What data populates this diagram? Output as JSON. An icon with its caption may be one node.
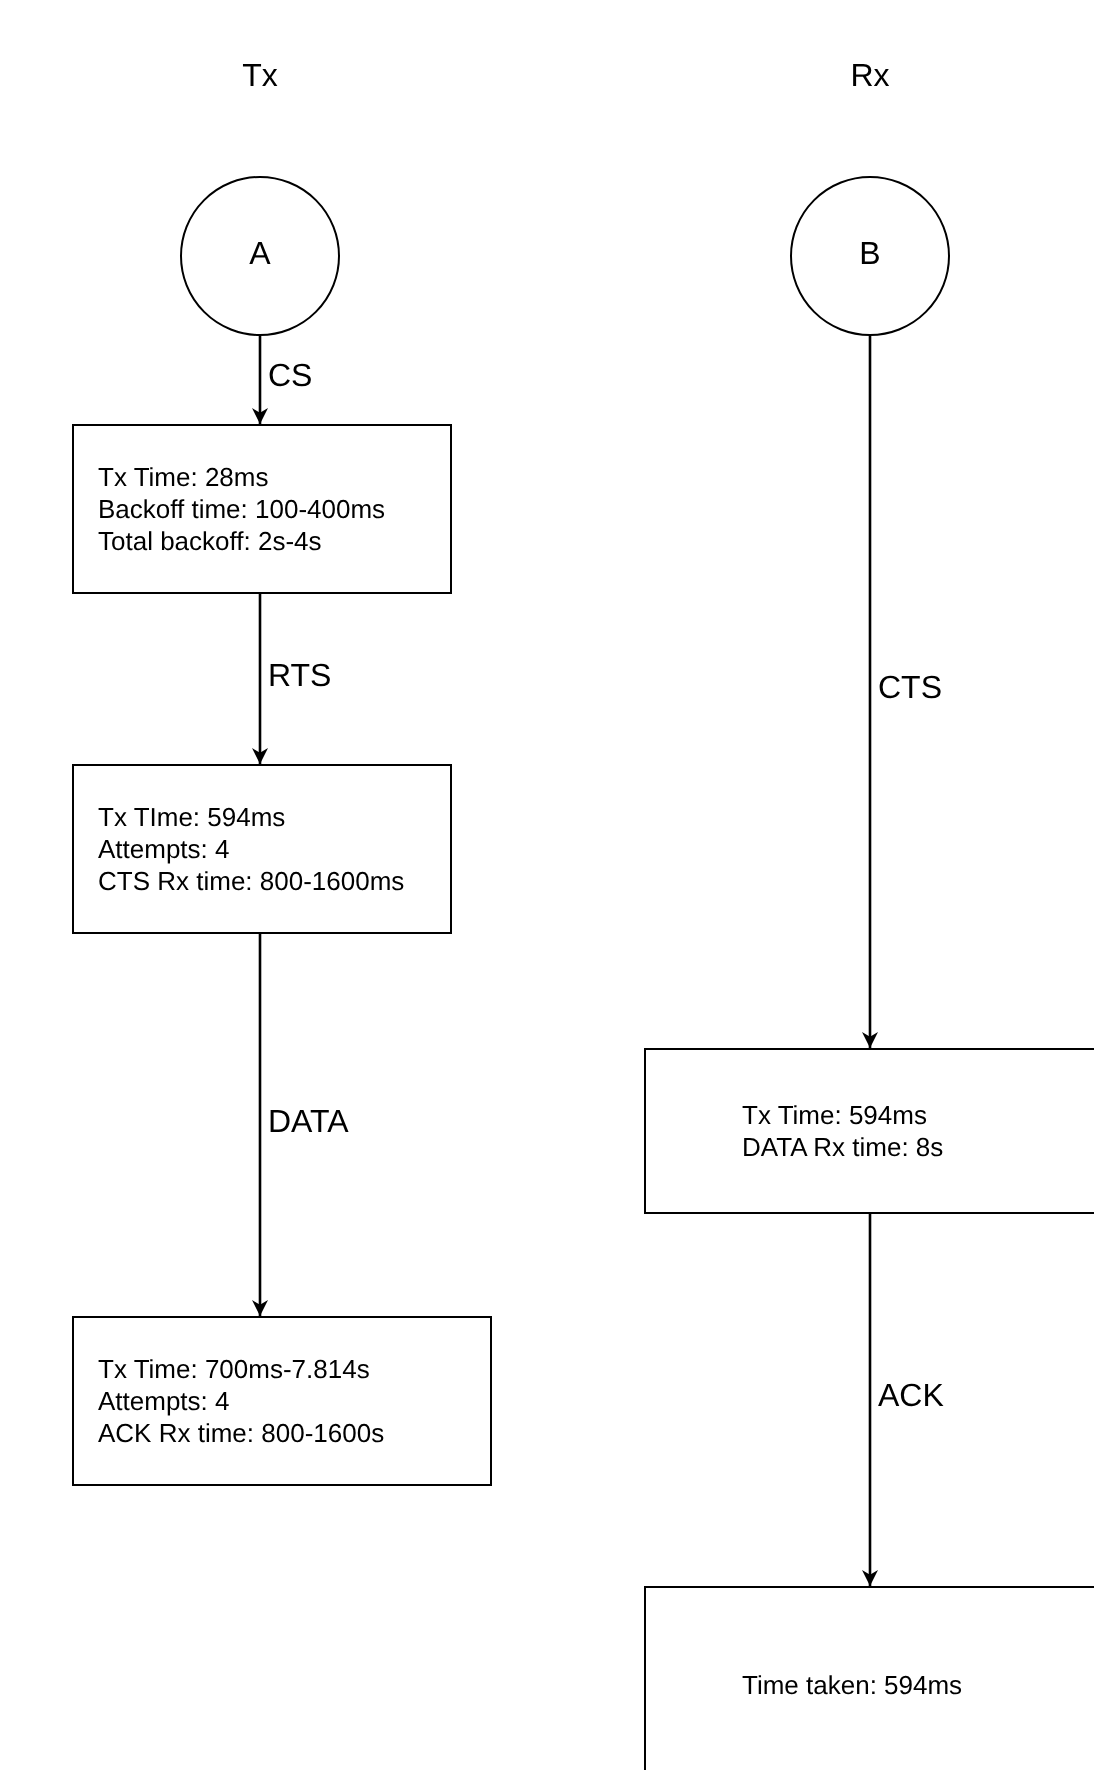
{
  "diagram": {
    "nodes": [
      {
        "text": [
          "A"
        ]
      },
      {
        "text": [
          "Tx Time: 28ms",
          "Backoff time: 100-400ms",
          "Total backoff: 2s-4s"
        ]
      },
      {
        "text": [
          "Tx TIme: 594ms",
          "Attempts: 4",
          "CTS Rx time: 800-1600ms"
        ]
      },
      {
        "text": [
          "Tx Time: 700ms-7.814s",
          "Attempts: 4",
          "ACK Rx time: 800-1600s"
        ]
      },
      {
        "text": [
          "B"
        ]
      },
      {
        "text": [
          "Tx Time: 594ms",
          "DATA Rx time: 8s"
        ]
      },
      {
        "text": [
          "Time taken: 594ms"
        ]
      }
    ],
    "edges": [
      {
        "from": 0,
        "to": 1,
        "arrow": "to",
        "label": "CS"
      },
      {
        "from": 1,
        "to": 2,
        "arrow": "to",
        "label": "RTS"
      },
      {
        "from": 2,
        "to": 3,
        "arrow": "to",
        "label": "DATA"
      },
      {
        "from": 4,
        "to": 5,
        "arrow": "to",
        "label": "CTS"
      },
      {
        "from": 5,
        "to": 6,
        "arrow": "to",
        "label": "ACK"
      }
    ],
    "labels": [
      "Tx",
      "Rx"
    ]
  }
}
